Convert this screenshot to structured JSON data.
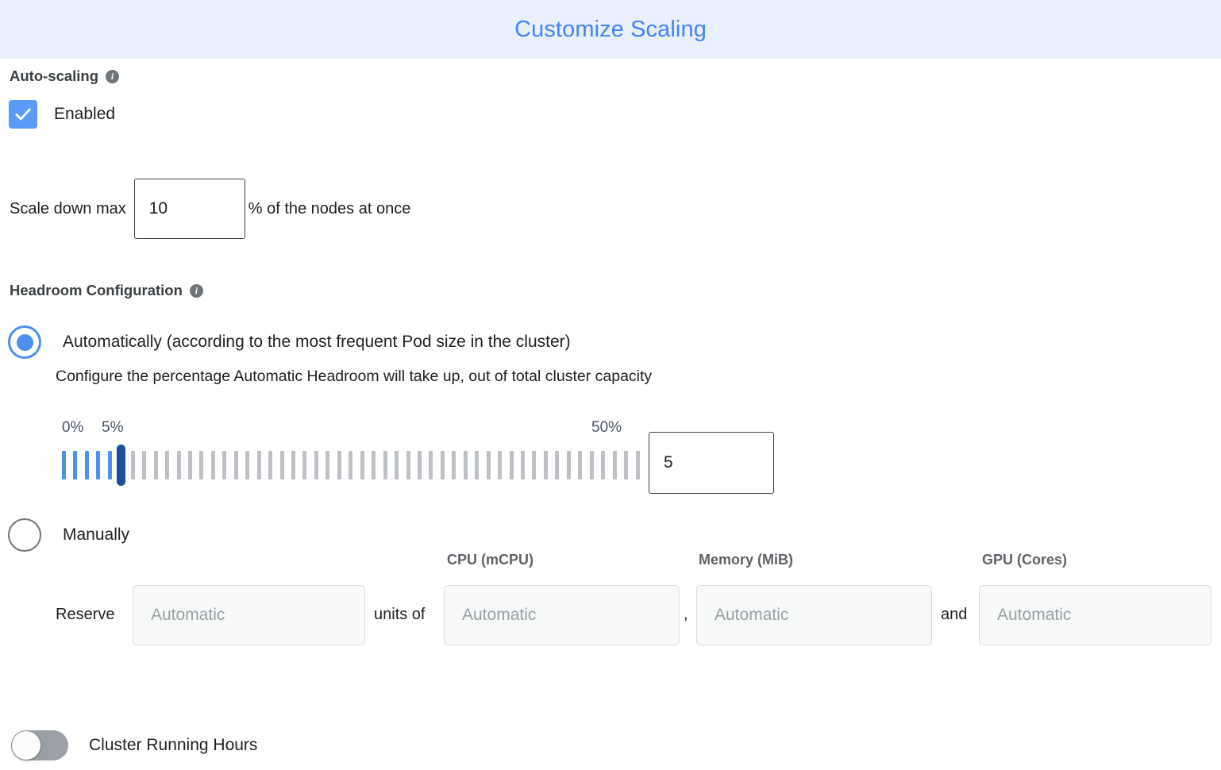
{
  "header": {
    "title": "Customize Scaling",
    "bg_color": "#e9effd",
    "title_color": "#4285f4"
  },
  "autoscaling": {
    "section_label": "Auto-scaling",
    "info_glyph": "i",
    "enabled_label": "Enabled",
    "enabled_checked": true,
    "accent_color": "#5b9bf8"
  },
  "scale_down": {
    "prefix_label": "Scale down max",
    "value": "10",
    "placeholder": "",
    "suffix_label": "% of the nodes at once"
  },
  "headroom": {
    "section_label": "Headroom Configuration",
    "info_glyph": "i",
    "auto_option_label": "Automatically (according to the most frequent Pod size in the cluster)",
    "auto_selected": true,
    "description": "Configure the percentage Automatic Headroom will take up, out of total cluster capacity",
    "manual_option_label": "Manually",
    "manual_selected": false,
    "slider": {
      "min_label": "0%",
      "current_label": "5%",
      "max_label": "50%",
      "min": 0,
      "max": 50,
      "value": 5,
      "tick_count": 51,
      "value_input": "5",
      "filled_color": "#4d90f0",
      "empty_color": "#bdc1c6",
      "thumb_color": "#1a4f9c"
    },
    "manual_form": {
      "reserve_label": "Reserve",
      "units_of_label": "units of",
      "comma_label": ",",
      "and_label": "and",
      "units_placeholder": "Automatic",
      "columns": [
        {
          "header": "CPU (mCPU)",
          "placeholder": "Automatic",
          "value": ""
        },
        {
          "header": "Memory (MiB)",
          "placeholder": "Automatic",
          "value": ""
        },
        {
          "header": "GPU (Cores)",
          "placeholder": "Automatic",
          "value": ""
        }
      ]
    }
  },
  "cluster_running_hours": {
    "label": "Cluster Running Hours",
    "enabled": false
  }
}
